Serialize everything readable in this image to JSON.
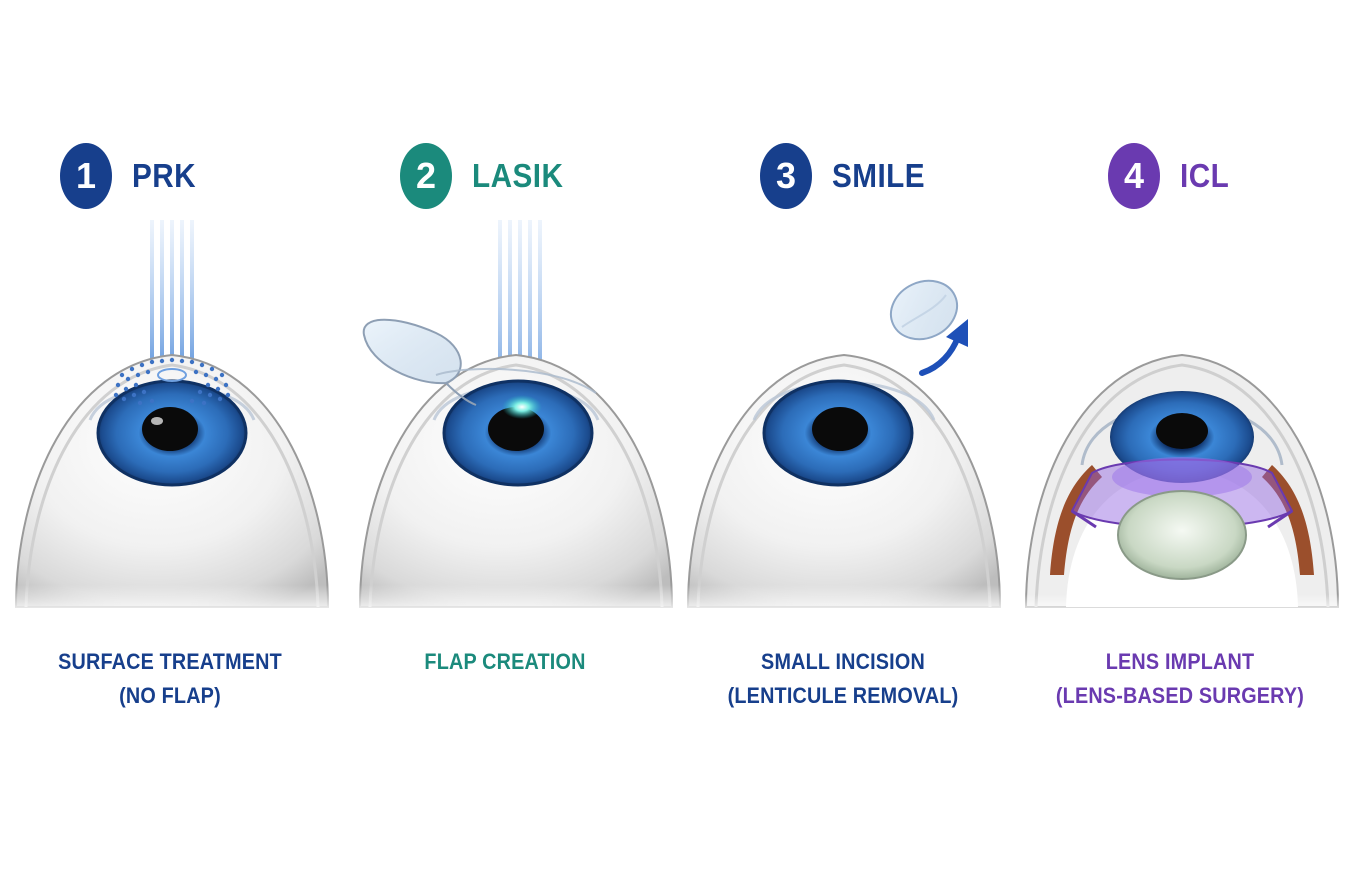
{
  "colors": {
    "navy": "#173f8c",
    "teal": "#1b8a7c",
    "purple": "#6a3ab0",
    "iris_blue": "#2d6fb8",
    "laser_blue": "#8fb8ea",
    "eye_white": "#f2f2f2",
    "eye_shadow": "#bdbdbd",
    "sclera_brown": "#9b4f2c"
  },
  "procedures": [
    {
      "number": "1",
      "name": "PRK",
      "caption_line1": "SURFACE TREATMENT",
      "caption_line2": "(NO FLAP)",
      "color": "#173f8c"
    },
    {
      "number": "2",
      "name": "LASIK",
      "caption_line1": "FLAP CREATION",
      "caption_line2": "",
      "color": "#1b8a7c"
    },
    {
      "number": "3",
      "name": "SMILE",
      "caption_line1": "SMALL INCISION",
      "caption_line2": "(LENTICULE REMOVAL)",
      "color": "#173f8c"
    },
    {
      "number": "4",
      "name": "ICL",
      "caption_line1": "LENS IMPLANT",
      "caption_line2": "(LENS-BASED SURGERY)",
      "color": "#6a3ab0"
    }
  ]
}
